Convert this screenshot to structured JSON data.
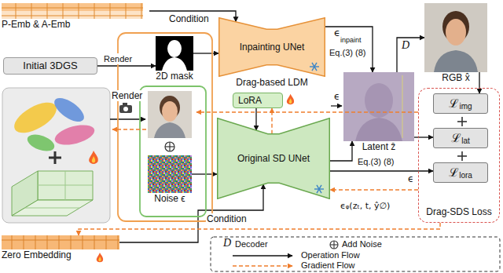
{
  "diagram": {
    "nodes": [
      {
        "text": [
          "P-Emb & A-Emb"
        ]
      },
      {
        "text": [
          "Initial 3DGS"
        ]
      },
      {
        "text": [
          "2D mask"
        ]
      },
      {
        "text": [
          "Noise ϵ"
        ]
      },
      {
        "text": [
          "Inpainting UNet",
          "Drag-based LDM"
        ]
      },
      {
        "text": [
          "LoRA"
        ]
      },
      {
        "text": [
          "Original SD UNet"
        ]
      },
      {
        "text": [
          "Zero Embedding"
        ]
      },
      {
        "text": [
          "Latent ẑ"
        ]
      },
      {
        "text": [
          "RGB x̂"
        ]
      },
      {
        "text": [
          "Drag-SDS Loss"
        ]
      },
      {
        "text": [
          "ℒ",
          "img"
        ],
        "in": 10
      },
      {
        "text": [
          "ℒ",
          "lat"
        ],
        "in": 10
      },
      {
        "text": [
          "ℒ",
          "lora"
        ],
        "in": 10
      }
    ],
    "edges": [
      {
        "from": 0,
        "to": 4,
        "arrow": "to",
        "label": "Condition"
      },
      {
        "from": 1,
        "to": 2,
        "arrow": "to",
        "label": "Render"
      },
      {
        "from": 2,
        "to": 4,
        "arrow": "to"
      },
      {
        "from": 3,
        "to": 6,
        "arrow": "to"
      },
      {
        "from": 4,
        "to": 8,
        "arrow": "to",
        "label": "Eq.(3) (8)"
      },
      {
        "from": 5,
        "to": 6,
        "arrow": "to"
      },
      {
        "from": 6,
        "to": 8,
        "arrow": "to",
        "label": "Eq.(3) (8)"
      },
      {
        "from": 8,
        "to": 9,
        "arrow": "to",
        "label": "D"
      },
      {
        "from": 9,
        "to": 11,
        "arrow": "to"
      },
      {
        "from": 8,
        "to": 12,
        "arrow": "to"
      },
      {
        "from": 6,
        "to": 13,
        "arrow": "to",
        "label": "ϵᵩ(zₜ, t, ŷ∅)"
      },
      {
        "from": 7,
        "to": 6,
        "arrow": "to",
        "label": "Condition"
      },
      {
        "from": 10,
        "to": 7,
        "arrow": "to"
      },
      {
        "from": 10,
        "to": 6,
        "arrow": "to"
      },
      {
        "from": 6,
        "to": 5,
        "arrow": "to"
      }
    ],
    "labels": [
      "Render",
      "ϵ",
      "inpaint",
      "ϵ",
      "ϵ",
      "D"
    ],
    "legend": [
      {
        "text": "Decoder"
      },
      {
        "text": "Add Noise"
      },
      {
        "text": "Operation Flow"
      },
      {
        "text": "Gradient Flow"
      }
    ]
  }
}
